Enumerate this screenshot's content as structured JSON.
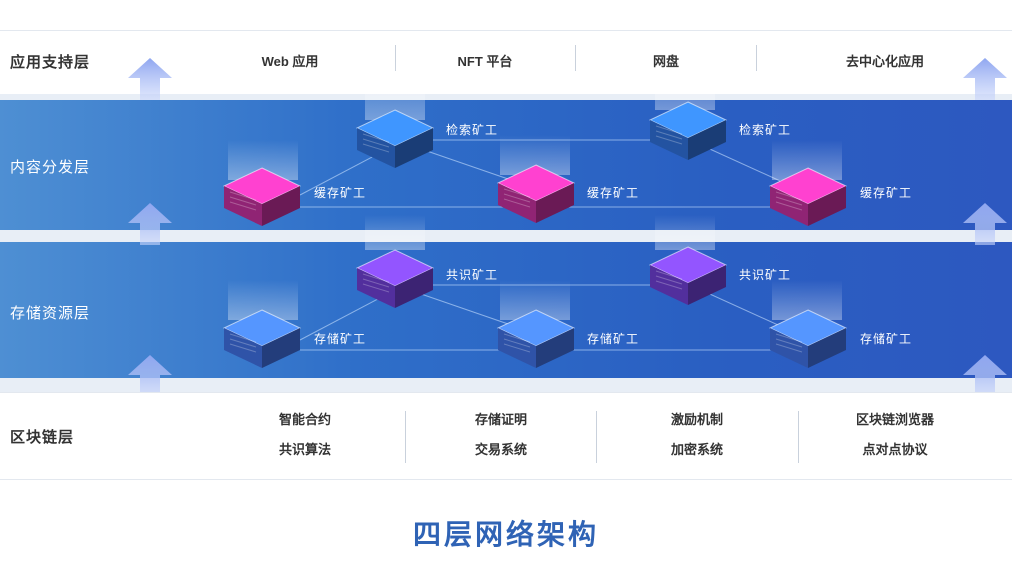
{
  "layers": {
    "application": {
      "label": "应用支持层",
      "items": [
        "Web 应用",
        "NFT 平台",
        "网盘",
        "去中心化应用"
      ]
    },
    "content": {
      "label": "内容分发层",
      "nodes": [
        "检索矿工",
        "检索矿工",
        "缓存矿工",
        "缓存矿工",
        "缓存矿工"
      ]
    },
    "storage": {
      "label": "存储资源层",
      "nodes": [
        "共识矿工",
        "共识矿工",
        "存储矿工",
        "存储矿工",
        "存储矿工"
      ]
    },
    "blockchain": {
      "label": "区块链层",
      "columns": [
        [
          "智能合约",
          "共识算法"
        ],
        [
          "存储证明",
          "交易系统"
        ],
        [
          "激励机制",
          "加密系统"
        ],
        [
          "区块链浏览器",
          "点对点协议"
        ]
      ]
    }
  },
  "title": "四层网络架构",
  "colors": {
    "band_start": "#4e8fd3",
    "band_end": "#2d58c0",
    "title": "#2f63b5",
    "cache_miner": "#c0309a",
    "retrieval_miner": "#2f6fd6",
    "consensus_miner": "#6d3fd1",
    "storage_miner": "#3f6fe0"
  },
  "icons": [
    "up-arrow-icon",
    "server-cube-icon"
  ]
}
